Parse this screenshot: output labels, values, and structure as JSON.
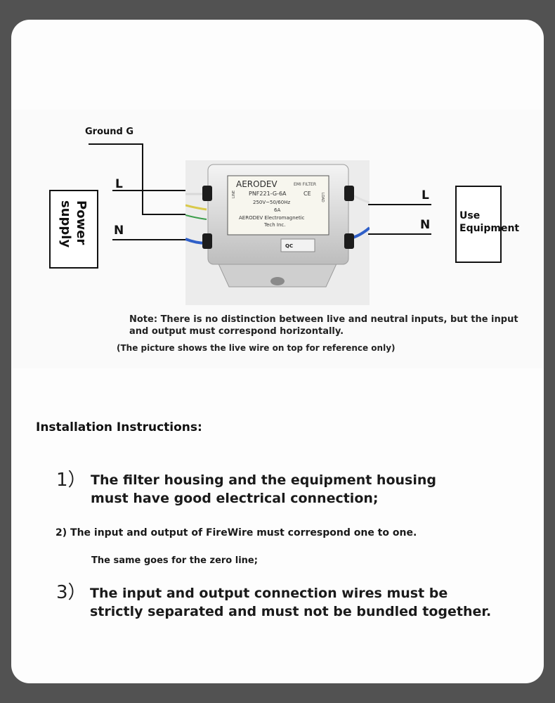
{
  "diagram": {
    "ground_label": "Ground G",
    "in_l": "L",
    "in_n": "N",
    "out_l": "L",
    "out_n": "N",
    "power_supply": "Power\nsupply",
    "use_equipment": "Use\nEquipment",
    "filter": {
      "brand": "AERODEV",
      "type": "EMI FILTER",
      "model": "PNF221-G-6A",
      "ce": "CE",
      "rating": "250V~50/60Hz",
      "current": "6A",
      "company_line1": "AERODEV Electromagnetic",
      "company_line2": "Tech Inc.",
      "line_marker": "LINE",
      "load_marker": "LOAD",
      "qc": "QC"
    },
    "note": "Note: There is no distinction between live and neutral inputs, but the input\nand output must correspond horizontally.",
    "note_sub": "(The picture shows the live wire on top for reference only)"
  },
  "instructions": {
    "heading": "Installation Instructions:",
    "item1_num": "1）",
    "item1_text": "The filter housing and the equipment housing\nmust have good electrical connection;",
    "item2_text": "2) The input and output of FireWire must correspond one to one.",
    "item2_sub": "The same goes for the zero line;",
    "item3_num": "3）",
    "item3_text": "The input and output connection wires must be\nstrictly separated and must not be bundled together."
  }
}
